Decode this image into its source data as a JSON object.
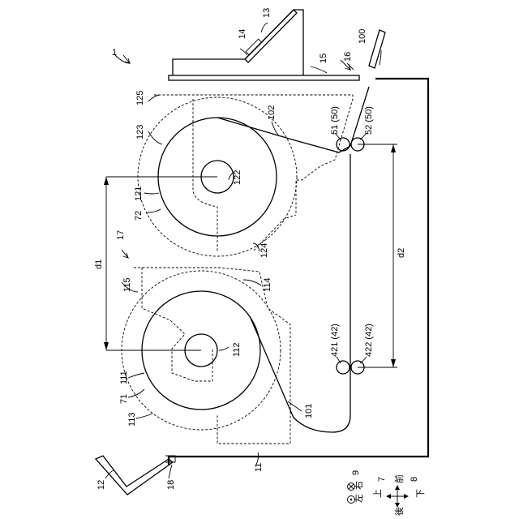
{
  "labels": {
    "device": "1",
    "path_lower": "101",
    "path_upper": "102",
    "roll_lower": "111",
    "core_lower": "112",
    "holder_lower": "113",
    "cover_lower": "114",
    "frame_lower": "115",
    "roll_upper": "121",
    "core_upper": "122",
    "holder_upper": "123",
    "cover_upper": "124",
    "frame_upper": "125",
    "housing": "11",
    "tray_left": "12",
    "tray_top": "13",
    "tray_slot": "14",
    "top_plate": "15",
    "outlet": "16",
    "body": "17",
    "hinge": "18",
    "label_lower": "71",
    "label_upper": "72",
    "roller_51": "51 (50)",
    "roller_52": "52 (50)",
    "roller_421": "421 (42)",
    "roller_422": "422 (42)",
    "sheet": "100",
    "dim_d1": "d1",
    "dim_d2": "d2"
  },
  "compass": {
    "dir7_num": "7",
    "dir8_num": "8",
    "dir9_num": "9",
    "up": "上",
    "down": "下",
    "front": "前",
    "back": "後",
    "left": "左",
    "right": "右"
  }
}
